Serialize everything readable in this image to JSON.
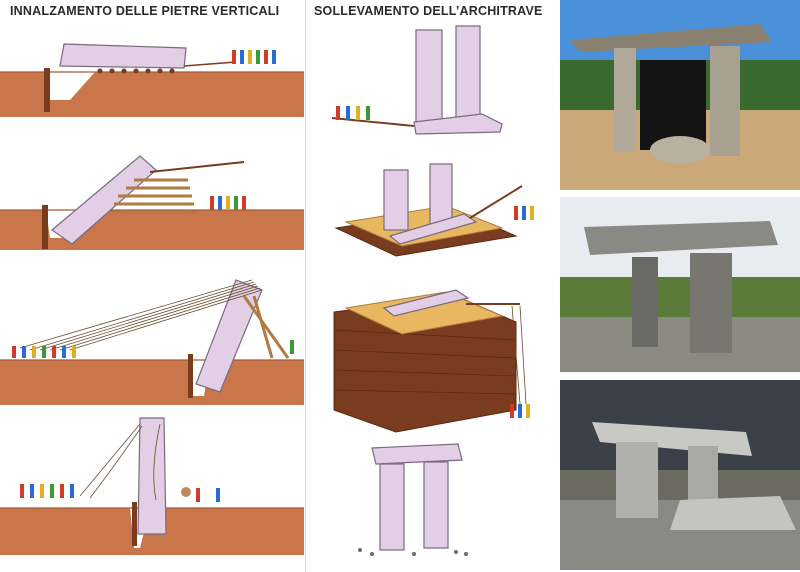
{
  "left_panel": {
    "title": "INNALZAMENTO DELLE PIETRE VERTICALI"
  },
  "middle_panel": {
    "title": "SOLLEVAMENTO DELL’ARCHITRAVE"
  },
  "photos": [
    {
      "icon": "dolmen-photo-sunny"
    },
    {
      "icon": "dolmen-photo-field"
    },
    {
      "icon": "dolmen-photo-storm"
    }
  ],
  "colors": {
    "earth": "#c8764a",
    "earth_dark": "#a85a34",
    "stone": "#e2cfe6",
    "stone_edge": "#7a6a80",
    "wood": "#b07a40",
    "log": "#7a3c1e",
    "sky": "#4a90d8",
    "storm_sky": "#3a4048"
  }
}
